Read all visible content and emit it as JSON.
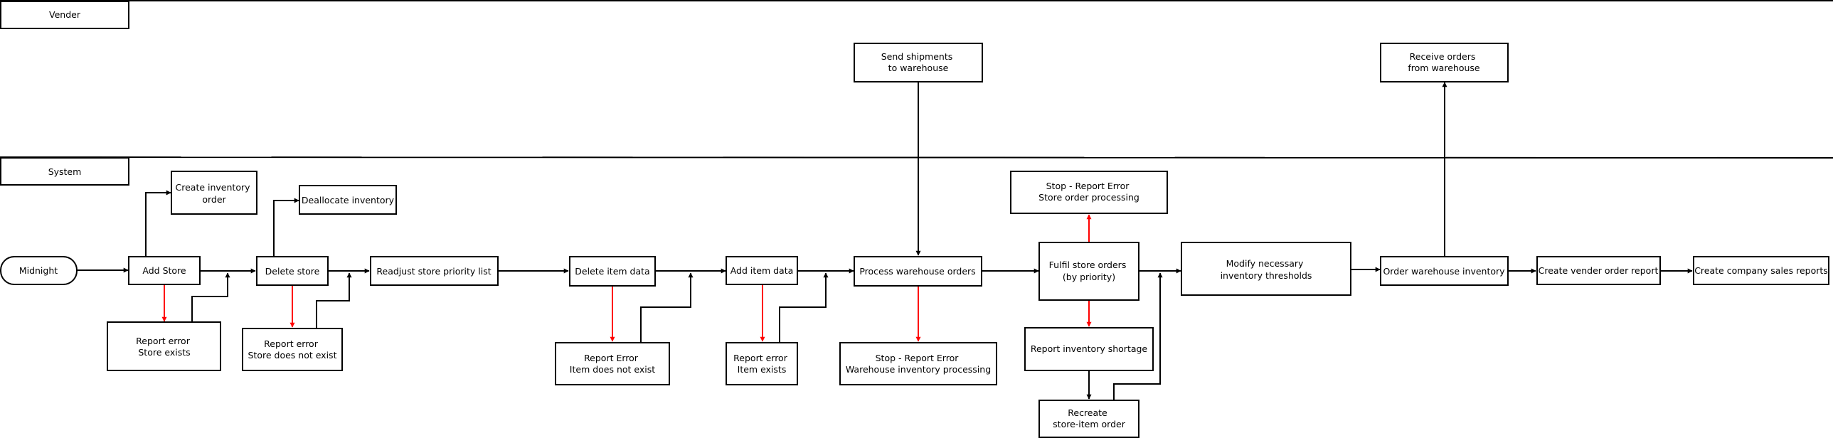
{
  "lanes": {
    "vender": "Vender",
    "system": "System"
  },
  "nodes": {
    "midnight": [
      "Midnight"
    ],
    "add_store": [
      "Add Store"
    ],
    "create_inventory_order": [
      "Create inventory",
      "order"
    ],
    "report_store_exists": [
      "Report error",
      "Store exists"
    ],
    "delete_store": [
      "Delete store"
    ],
    "deallocate_inventory": [
      "Deallocate inventory"
    ],
    "report_store_not_exist": [
      "Report error",
      "Store does not exist"
    ],
    "readjust_priority": [
      "Readjust store priority list"
    ],
    "delete_item": [
      "Delete item data"
    ],
    "report_item_not_exist": [
      "Report Error",
      "Item does not exist"
    ],
    "add_item": [
      "Add item data"
    ],
    "report_item_exists": [
      "Report error",
      "Item exists"
    ],
    "send_shipments": [
      "Send shipments",
      "to warehouse"
    ],
    "process_warehouse": [
      "Process warehouse orders"
    ],
    "stop_warehouse": [
      "Stop - Report Error",
      "Warehouse inventory processing"
    ],
    "stop_store": [
      "Stop - Report Error",
      "Store order processing"
    ],
    "fulfil_orders": [
      "Fulfil store orders",
      "(by priority)"
    ],
    "report_shortage": [
      "Report inventory shortage"
    ],
    "recreate_order": [
      "Recreate",
      "store-item order"
    ],
    "modify_thresholds": [
      "Modify necessary",
      "inventory thresholds"
    ],
    "receive_orders": [
      "Receive orders",
      "from warehouse"
    ],
    "order_warehouse": [
      "Order warehouse inventory"
    ],
    "create_vender_report": [
      "Create vender order report"
    ],
    "create_sales_reports": [
      "Create company sales reports"
    ]
  },
  "colors": {
    "edge": "#000000",
    "error_edge": "#ff0000",
    "stroke": "#000000",
    "fill": "#ffffff"
  }
}
